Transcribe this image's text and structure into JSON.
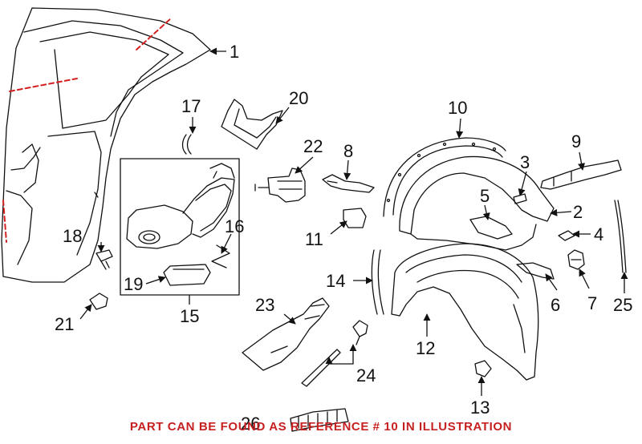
{
  "callouts": {
    "c1": "1",
    "c2": "2",
    "c3": "3",
    "c4": "4",
    "c5": "5",
    "c6": "6",
    "c7": "7",
    "c8": "8",
    "c9": "9",
    "c10": "10",
    "c11": "11",
    "c12": "12",
    "c13": "13",
    "c14": "14",
    "c15": "15",
    "c16": "16",
    "c17": "17",
    "c18": "18",
    "c19": "19",
    "c20": "20",
    "c21": "21",
    "c22": "22",
    "c23": "23",
    "c24": "24",
    "c25": "25",
    "c26": "26"
  },
  "footer_note": "PART CAN BE FOUND AS REFERENCE # 10 IN ILLUSTRATION",
  "colors": {
    "line": "#111111",
    "cut_line": "#d42020",
    "note": "#c62020",
    "background": "#ffffff"
  }
}
